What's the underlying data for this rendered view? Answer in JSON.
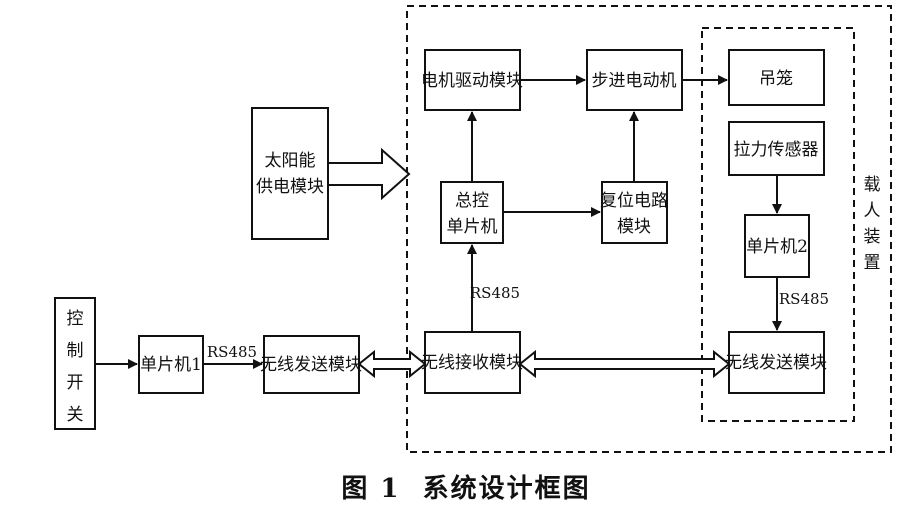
{
  "modules": {
    "solar": [
      "太阳能",
      "供电模块"
    ],
    "switch": [
      "控",
      "制",
      "开",
      "关"
    ],
    "mcu1": "单片机1",
    "tx_left": "无线发送模块",
    "rx": "无线接收模块",
    "motor_driver": "电机驱动模块",
    "stepper": "步进电动机",
    "main_mcu": [
      "总控",
      "单片机"
    ],
    "reset": [
      "复位电路",
      "模块"
    ],
    "cage": "吊笼",
    "tension": "拉力传感器",
    "mcu2": "单片机2",
    "tx_right": "无线发送模块"
  },
  "links": {
    "rs485_left": "RS485",
    "rs485_mid": "RS485",
    "rs485_right": "RS485"
  },
  "group_label": [
    "载",
    "人",
    "装",
    "置"
  ],
  "caption": "图 1  系统设计框图"
}
